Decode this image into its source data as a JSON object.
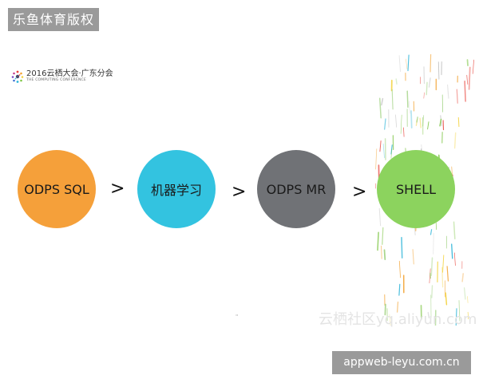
{
  "banner": {
    "text": "乐鱼体育版权"
  },
  "logo": {
    "title": "2016云栖大会·广东分会",
    "subtitle": "THE COMPUTING CONFERENCE"
  },
  "steps": [
    {
      "label": "ODPS SQL",
      "color": "#F5A03A"
    },
    {
      "label": "机器学习",
      "color": "#33C3E0"
    },
    {
      "label": "ODPS MR",
      "color": "#707276"
    },
    {
      "label": "SHELL",
      "color": "#8CD35E"
    }
  ],
  "arrows": [
    ">",
    ">",
    ">"
  ],
  "tiny_mark": "\"",
  "watermark": "云栖社区yq.aliyun.com",
  "footer": {
    "text": "appweb-leyu.com.cn"
  }
}
